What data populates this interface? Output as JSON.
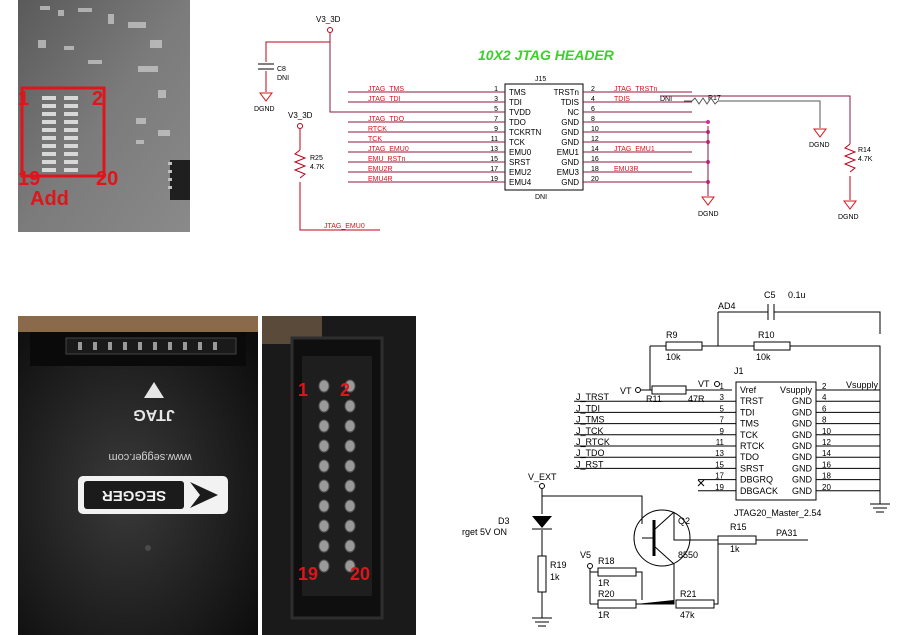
{
  "photo_pcb": {
    "pin1": "1",
    "pin2": "2",
    "pin19": "19",
    "pin20": "20",
    "add": "Add"
  },
  "schematic_top": {
    "title": "10X2 JTAG HEADER",
    "connector_ref": "J15",
    "connector_note": "DNI",
    "power_top": "V3_3D",
    "power_mid": "V3_3D",
    "cap_ref": "C8",
    "cap_note": "DNI",
    "ground": "DGND",
    "r25_ref": "R25",
    "r25_val": "4.7K",
    "r14_ref": "R14",
    "r14_val": "4.7K",
    "r17_ref": "R17",
    "r17_note": "DNI",
    "bottom_net": "JTAG_EMU0",
    "left_pins": [
      {
        "net": "JTAG_TMS",
        "num": "1",
        "name": "TMS"
      },
      {
        "net": "JTAG_TDI",
        "num": "3",
        "name": "TDI"
      },
      {
        "net": "",
        "num": "5",
        "name": "TVDD"
      },
      {
        "net": "JTAG_TDO",
        "num": "7",
        "name": "TDO"
      },
      {
        "net": "RTCK",
        "num": "9",
        "name": "TCKRTN"
      },
      {
        "net": "TCK",
        "num": "11",
        "name": "TCK"
      },
      {
        "net": "JTAG_EMU0",
        "num": "13",
        "name": "EMU0"
      },
      {
        "net": "EMU_RSTn",
        "num": "15",
        "name": "SRST"
      },
      {
        "net": "EMU2R",
        "num": "17",
        "name": "EMU2"
      },
      {
        "net": "EMU4R",
        "num": "19",
        "name": "EMU4"
      }
    ],
    "right_pins": [
      {
        "net": "JTAG_TRSTn",
        "num": "2",
        "name": "TRSTn"
      },
      {
        "net": "TDIS",
        "num": "4",
        "name": "TDIS"
      },
      {
        "net": "",
        "num": "6",
        "name": "NC"
      },
      {
        "net": "",
        "num": "8",
        "name": "GND"
      },
      {
        "net": "",
        "num": "10",
        "name": "GND"
      },
      {
        "net": "",
        "num": "12",
        "name": "GND"
      },
      {
        "net": "JTAG_EMU1",
        "num": "14",
        "name": "EMU1"
      },
      {
        "net": "",
        "num": "16",
        "name": "GND"
      },
      {
        "net": "EMU3R",
        "num": "18",
        "name": "EMU3"
      },
      {
        "net": "",
        "num": "20",
        "name": "GND"
      }
    ]
  },
  "photo_segger": {
    "label_jtag": "JTAG",
    "label_url": "www.segger.com",
    "label_brand": "SEGGER"
  },
  "photo_socket": {
    "pin1": "1",
    "pin2": "2",
    "pin19": "19",
    "pin20": "20"
  },
  "schematic_bottom": {
    "j1_ref": "J1",
    "j1_name": "JTAG20_Master_2.54",
    "ad4": "AD4",
    "c5_ref": "C5",
    "c5_val": "0.1u",
    "r9_ref": "R9",
    "r9_val": "10k",
    "r10_ref": "R10",
    "r10_val": "10k",
    "r11_ref": "R11",
    "r11_val": "47R",
    "vt_left": "VT",
    "vt_right": "VT",
    "vsupply": "Vsupply",
    "v_ext": "V_EXT",
    "d3_ref": "D3",
    "d3_note": "rget 5V ON",
    "r19_ref": "R19",
    "r19_val": "1k",
    "v5": "V5",
    "r18_ref": "R18",
    "r18_val": "1R",
    "r20_ref": "R20",
    "r20_val": "1R",
    "r21_ref": "R21",
    "r21_val": "47k",
    "q2_ref": "Q2",
    "q2_val": "8550",
    "r15_ref": "R15",
    "r15_val": "1k",
    "pa31": "PA31",
    "left_pins": [
      {
        "net": "",
        "num": "1",
        "name": "Vref"
      },
      {
        "net": "J_TRST",
        "num": "3",
        "name": "TRST"
      },
      {
        "net": "J_TDI",
        "num": "5",
        "name": "TDI"
      },
      {
        "net": "J_TMS",
        "num": "7",
        "name": "TMS"
      },
      {
        "net": "J_TCK",
        "num": "9",
        "name": "TCK"
      },
      {
        "net": "J_RTCK",
        "num": "11",
        "name": "RTCK"
      },
      {
        "net": "J_TDO",
        "num": "13",
        "name": "TDO"
      },
      {
        "net": "J_RST",
        "num": "15",
        "name": "SRST"
      },
      {
        "net": "",
        "num": "17",
        "name": "DBGRQ"
      },
      {
        "net": "",
        "num": "19",
        "name": "DBGACK"
      }
    ],
    "right_pins": [
      {
        "num": "2",
        "name": "Vsupply"
      },
      {
        "num": "4",
        "name": "GND"
      },
      {
        "num": "6",
        "name": "GND"
      },
      {
        "num": "8",
        "name": "GND"
      },
      {
        "num": "10",
        "name": "GND"
      },
      {
        "num": "12",
        "name": "GND"
      },
      {
        "num": "14",
        "name": "GND"
      },
      {
        "num": "16",
        "name": "GND"
      },
      {
        "num": "18",
        "name": "GND"
      },
      {
        "num": "20",
        "name": "GND"
      }
    ]
  },
  "colors": {
    "red_label": "#d9141b",
    "net_line": "#8b1a3e",
    "wire_red": "#c0001a",
    "title_green": "#39d12a",
    "node": "#cc3399",
    "ground_red": "#d9141b",
    "schematic_blue": "#1a1aa0"
  }
}
